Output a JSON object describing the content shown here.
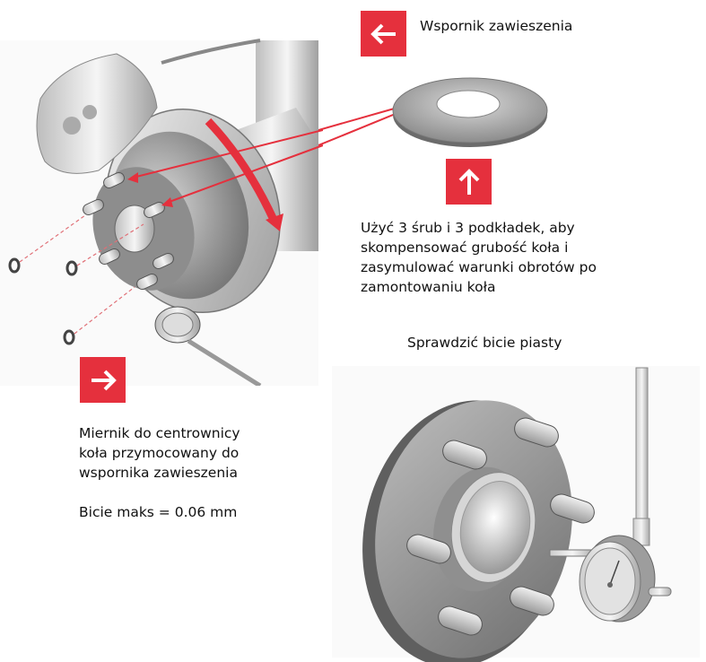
{
  "labels": {
    "suspension_bracket": "Wspornik zawieszenia",
    "instructions": [
      "Użyć 3 śrub i 3 podkładek, aby",
      "skompensować grubość koła i",
      "zasymulować warunki obrotów po",
      "zamontowaniu koła"
    ],
    "check_hub_runout": "Sprawdzić bicie piasty",
    "gauge_description": [
      "Miernik do centrownicy",
      "koła przymocowany do",
      "wspornika zawieszenia"
    ],
    "max_runout": "Bicie maks = 0.06 mm"
  },
  "icons": {
    "left_box": "arrow-left-icon",
    "up_box": "arrow-up-icon",
    "right_box": "arrow-right-icon"
  },
  "colors": {
    "accent_red": "#e5303d",
    "text": "#111111"
  }
}
